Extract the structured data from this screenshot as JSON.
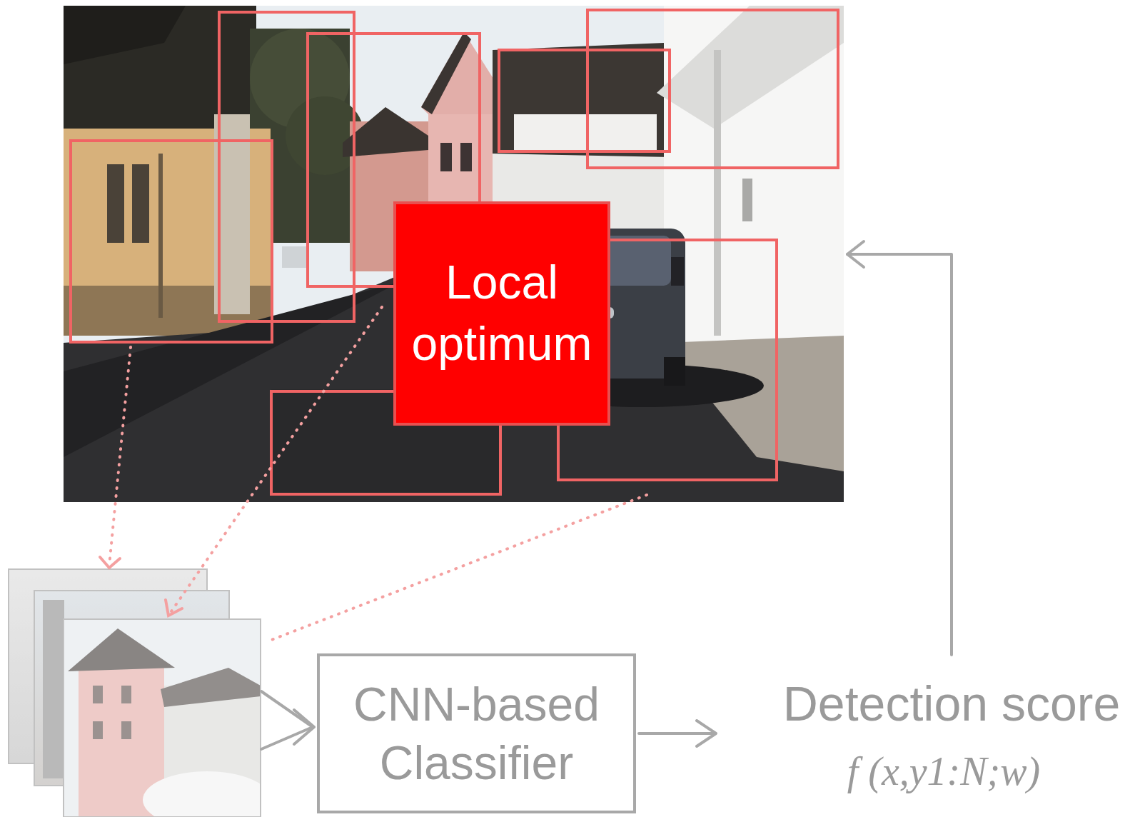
{
  "diagram": {
    "nodes": [
      {
        "text": [
          "Local optimum"
        ]
      },
      {
        "text": [
          "CNN-based Classifier"
        ]
      }
    ],
    "labels": [
      "Detection score",
      "f (x,y1:N;w)"
    ]
  }
}
